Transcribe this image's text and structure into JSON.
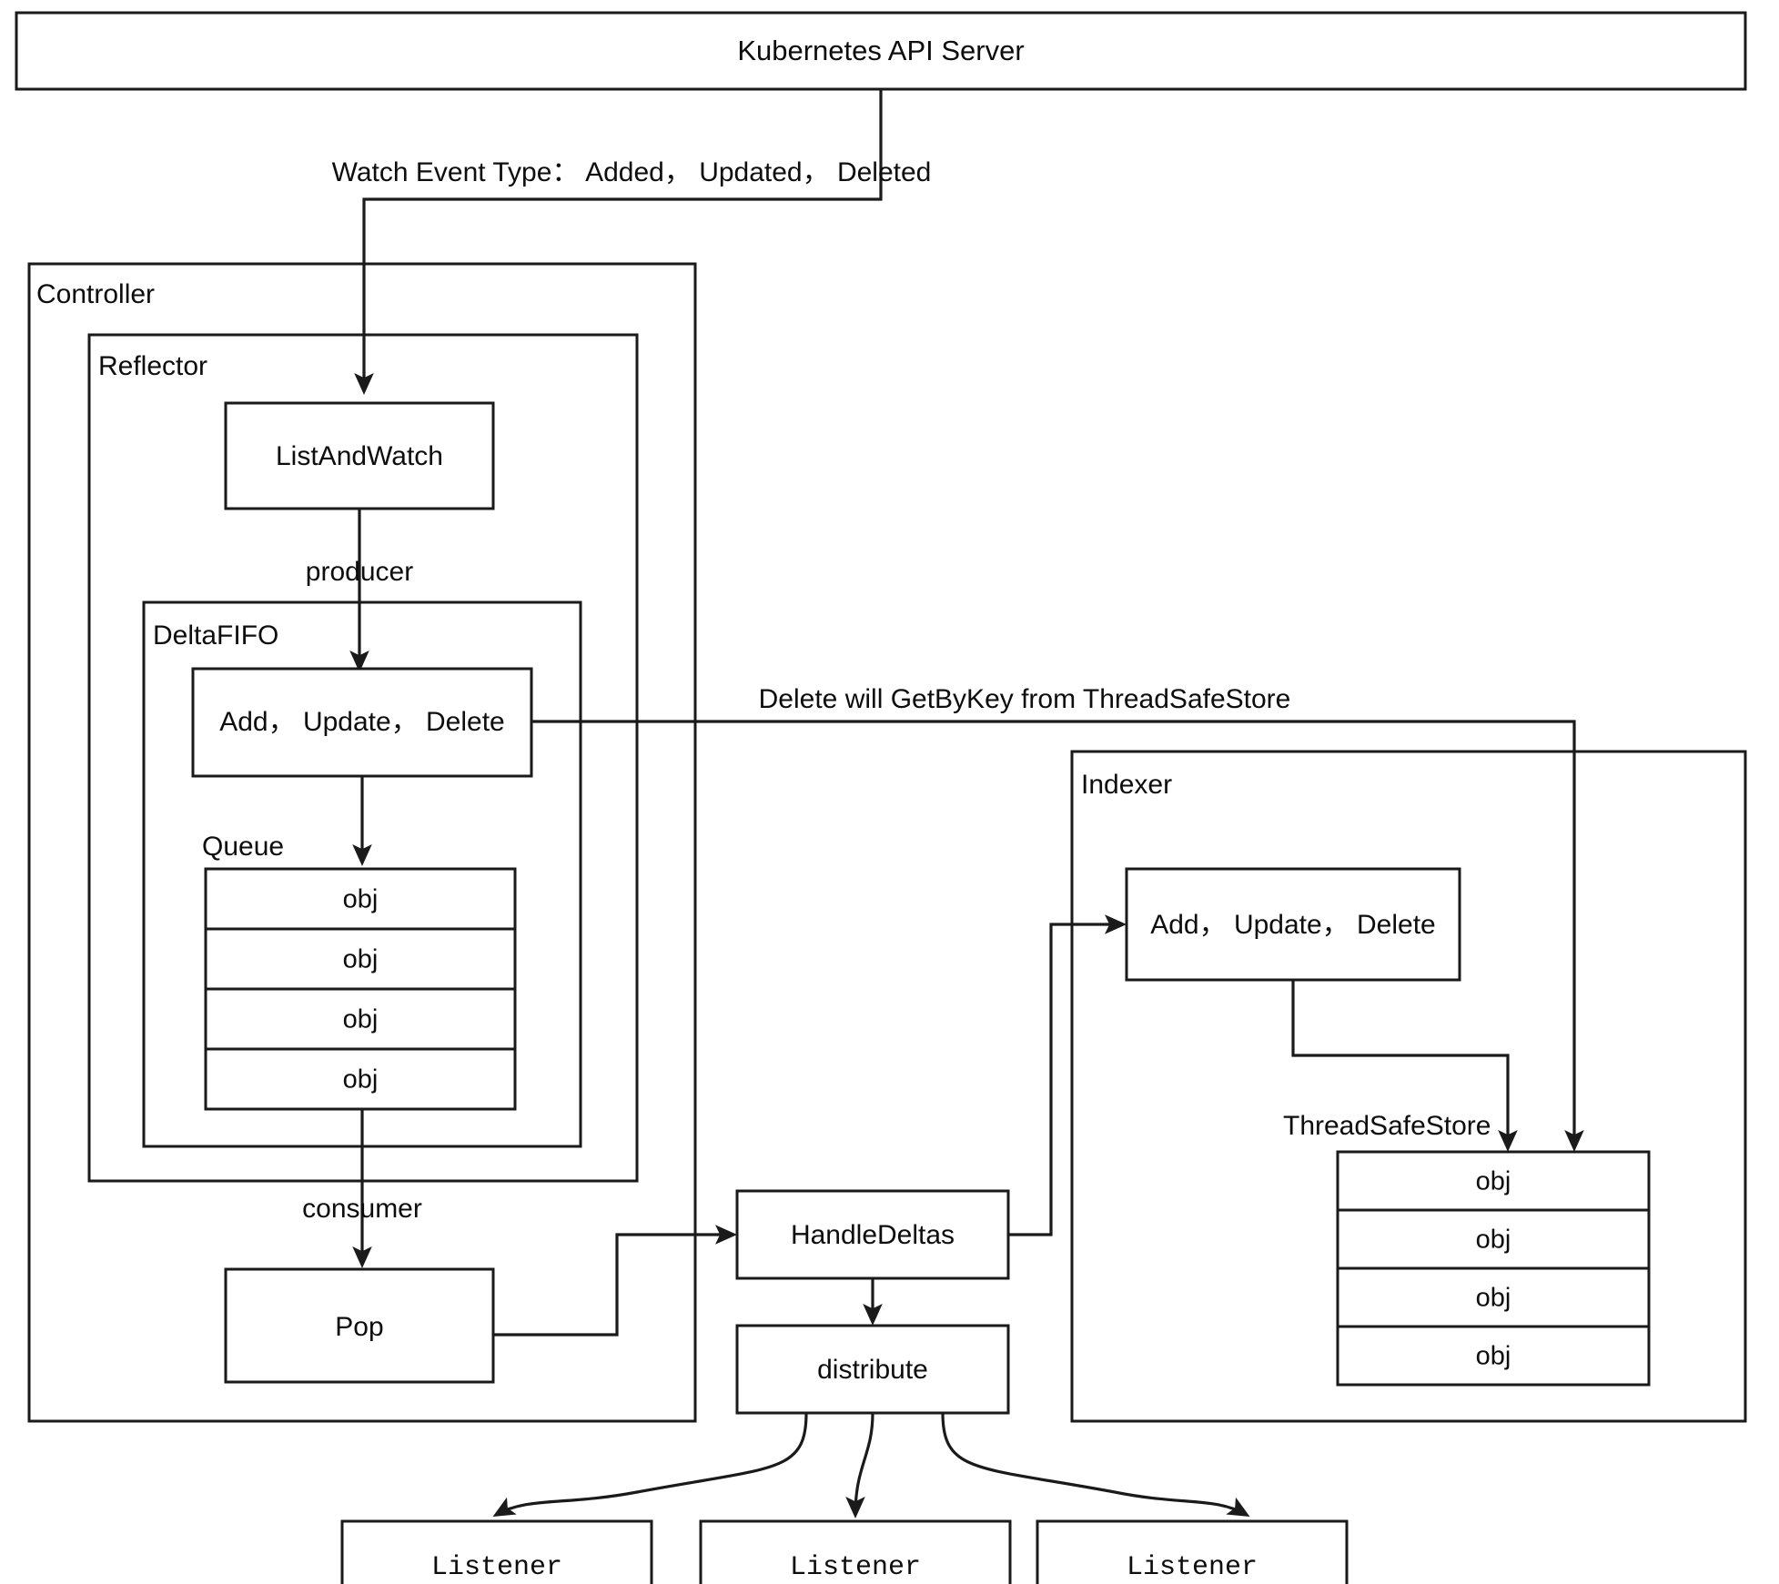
{
  "diagram": {
    "title": "Kubernetes client-go Informer Flow",
    "stroke_color": "#1a1a1a",
    "text_color": "#0d0d0d",
    "background": "#ffffff"
  },
  "apiserver": {
    "label": "Kubernetes API Server"
  },
  "watch_edge": {
    "label": "Watch Event Type： Added， Updated， Deleted"
  },
  "controller": {
    "label": "Controller"
  },
  "reflector": {
    "label": "Reflector",
    "listandwatch": "ListAndWatch",
    "producer_edge": "producer",
    "consumer_edge": "consumer"
  },
  "deltafifo": {
    "label": "DeltaFIFO",
    "ops_box": "Add， Update， Delete",
    "queue_label": "Queue",
    "queue_items": [
      "obj",
      "obj",
      "obj",
      "obj"
    ]
  },
  "pop": {
    "label": "Pop"
  },
  "getbykey_edge": {
    "label": "Delete will GetByKey from ThreadSafeStore"
  },
  "indexer": {
    "label": "Indexer",
    "ops_box": "Add， Update， Delete",
    "threadsafestore_label": "ThreadSafeStore",
    "store_items": [
      "obj",
      "obj",
      "obj",
      "obj"
    ]
  },
  "handledeltas": {
    "label": "HandleDeltas"
  },
  "distribute": {
    "label": "distribute"
  },
  "listeners": [
    {
      "label": "Listener"
    },
    {
      "label": "Listener"
    },
    {
      "label": "Listener"
    }
  ]
}
